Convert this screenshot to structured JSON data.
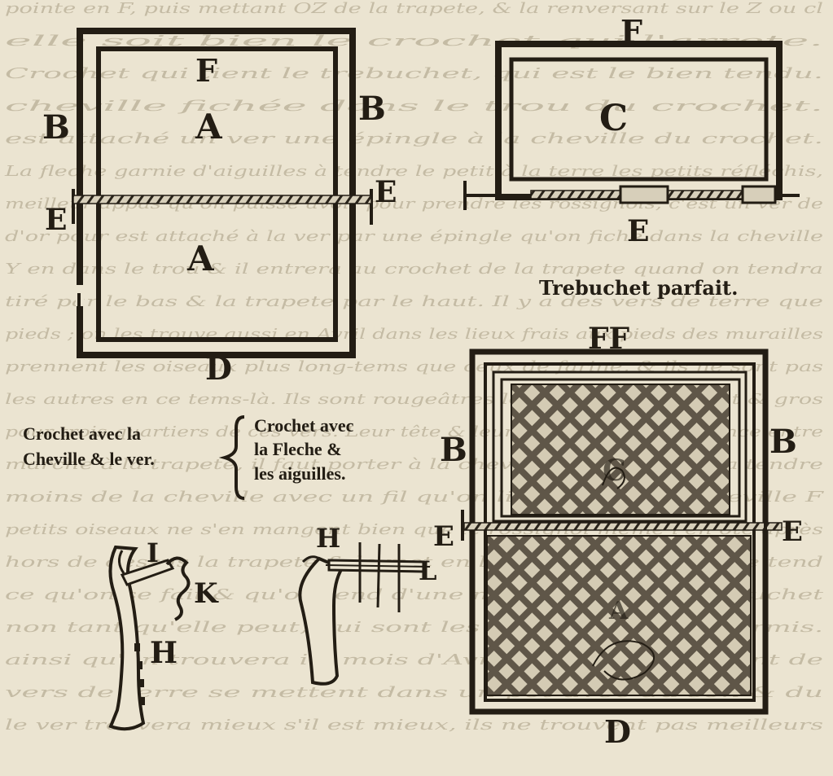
{
  "bleed_text": [
    "pointe en F, puis mettant OZ de la trapete, & la renversant sur le Z ou cl",
    "elle soit bien le crochet qui l'arrete.",
    "Crochet qui tient le trebuchet, qui est le bien tendu.",
    "cheville fichée dans le trou du crochet.",
    "est attaché un ver une épingle à la cheville du crochet.",
    "La fleche garnie d'aiguilles à tendre le petit à la terre les petits réfléchis,",
    "meilleur appas qu'on puisse avoir pour prendre les rossignols, c'est un ver de",
    "d'or pour est attaché à la ver par une épingle qu'on fiche dans la cheville",
    "Y en dans le trou & il entrera au crochet de la trapete quand on tendra",
    "tiré par le bas & la trapete par le haut. Il y a des vers de terre que",
    "pieds ; on les trouve aussi en Avril dans les lieux frais aux pieds des murailles",
    "prennent les oiseaux plus long-tems que ceux de farine, & ils ne sont pas",
    "les autres en ce tems-là. Ils sont rougeâtres longs comme le doigt & gros",
    "pour trois quartiers de ces vers. Leur tête & leur queue ont la différence entre",
    "marche à la trapete, il faut porter à la cheville du crochet & la tendre",
    "moins de la cheville avec un fil qu'on lie ensuite à la cheville F",
    "petits oiseaux ne s'en mangent bien que le rossignol même l'en ôte après",
    "hors de dessus la trapete & le met en la trapete, & le tout se tend",
    "ce qu'on se fait & qu'on tend d'une main à tendre le trebuchet",
    "non tant qu'elle peut, qui sont les mouches & les fourmis.",
    "ainsi qu'en trouvera ici mois d'Avril on ne trouve point de",
    "vers de terre se mettent dans un pot avec du son & du",
    "le ver trouvera mieux s'il est mieux, ils ne trouvent pas meilleurs"
  ],
  "fig1": {
    "top": "F",
    "upper": "A",
    "lower": "A",
    "left": "B",
    "right": "B",
    "bar_left": "E",
    "bar_right": "E",
    "bottom": "D"
  },
  "fig2": {
    "top": "F",
    "inner": "C",
    "bottom": "E",
    "caption": "Trebuchet parfait."
  },
  "fig3": {
    "top": "FF",
    "left": "B",
    "right": "B",
    "bar_left": "E",
    "bar_right": "E",
    "upper": "C",
    "lower": "A",
    "bottom": "D"
  },
  "captions": {
    "left": [
      "Crochet avec la",
      "Cheville & le ver."
    ],
    "right": [
      "Crochet avec",
      "la Fleche &",
      "les aiguilles."
    ]
  },
  "hook1": {
    "pin": "I",
    "worm": "K",
    "body": "H"
  },
  "hook2": {
    "head": "H",
    "pin": "L"
  }
}
